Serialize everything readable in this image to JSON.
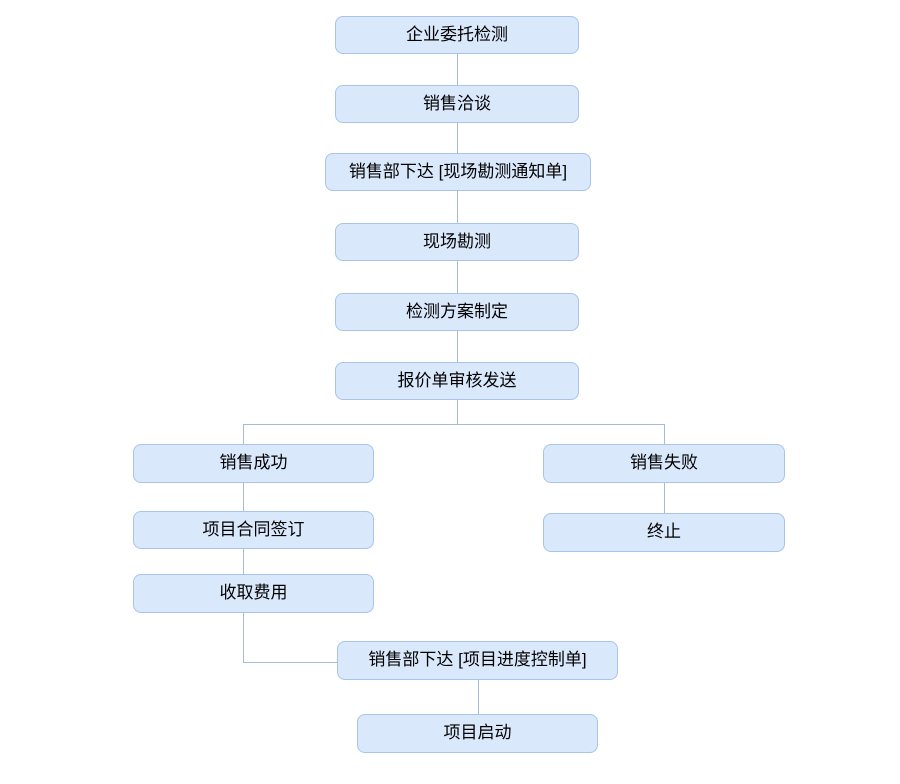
{
  "diagram_type": "flowchart",
  "colors": {
    "background": "#ffffff",
    "node_fill": "#dae8fc",
    "node_border": "#a9c4e8",
    "connector": "#a5bbd8",
    "text": "#000000"
  },
  "nodes": [
    {
      "id": "enterprise-commissioned-testing",
      "label": "企业委托检测"
    },
    {
      "id": "sales-negotiation",
      "label": "销售洽谈"
    },
    {
      "id": "sales-dept-issues-site-survey-notice",
      "label": "销售部下达 [现场勘测通知单]"
    },
    {
      "id": "site-survey",
      "label": "现场勘测"
    },
    {
      "id": "testing-plan-formulation",
      "label": "检测方案制定"
    },
    {
      "id": "quotation-review-and-send",
      "label": "报价单审核发送"
    },
    {
      "id": "sales-success",
      "label": "销售成功"
    },
    {
      "id": "sales-failure",
      "label": "销售失败"
    },
    {
      "id": "project-contract-signing",
      "label": "项目合同签订"
    },
    {
      "id": "fee-collection",
      "label": "收取费用"
    },
    {
      "id": "termination",
      "label": "终止"
    },
    {
      "id": "sales-dept-issues-progress-control-sheet",
      "label": "销售部下达 [项目进度控制单]"
    },
    {
      "id": "project-launch",
      "label": "项目启动"
    }
  ],
  "edges": [
    {
      "from": "enterprise-commissioned-testing",
      "to": "sales-negotiation"
    },
    {
      "from": "sales-negotiation",
      "to": "sales-dept-issues-site-survey-notice"
    },
    {
      "from": "sales-dept-issues-site-survey-notice",
      "to": "site-survey"
    },
    {
      "from": "site-survey",
      "to": "testing-plan-formulation"
    },
    {
      "from": "testing-plan-formulation",
      "to": "quotation-review-and-send"
    },
    {
      "from": "quotation-review-and-send",
      "to": "sales-success"
    },
    {
      "from": "quotation-review-and-send",
      "to": "sales-failure"
    },
    {
      "from": "sales-success",
      "to": "project-contract-signing"
    },
    {
      "from": "project-contract-signing",
      "to": "fee-collection"
    },
    {
      "from": "fee-collection",
      "to": "sales-dept-issues-progress-control-sheet"
    },
    {
      "from": "sales-failure",
      "to": "termination"
    },
    {
      "from": "sales-dept-issues-progress-control-sheet",
      "to": "project-launch"
    }
  ]
}
